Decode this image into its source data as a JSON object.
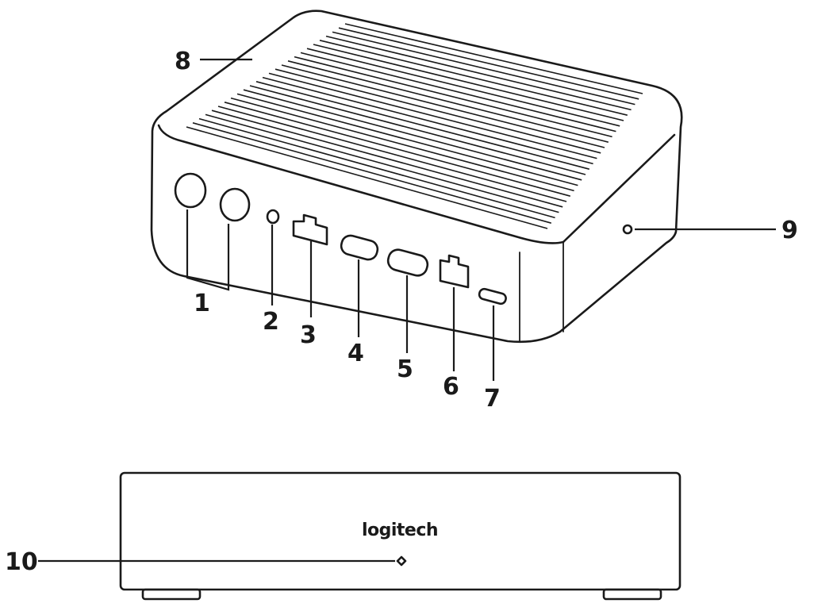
{
  "brand_label": "logitech",
  "callouts": [
    {
      "id": 1,
      "label": "1"
    },
    {
      "id": 2,
      "label": "2"
    },
    {
      "id": 3,
      "label": "3"
    },
    {
      "id": 4,
      "label": "4"
    },
    {
      "id": 5,
      "label": "5"
    },
    {
      "id": 6,
      "label": "6"
    },
    {
      "id": 7,
      "label": "7"
    },
    {
      "id": 8,
      "label": "8"
    },
    {
      "id": 9,
      "label": "9"
    },
    {
      "id": 10,
      "label": "10"
    }
  ],
  "colors": {
    "ink": "#1a1a1a",
    "background": "#ffffff"
  }
}
